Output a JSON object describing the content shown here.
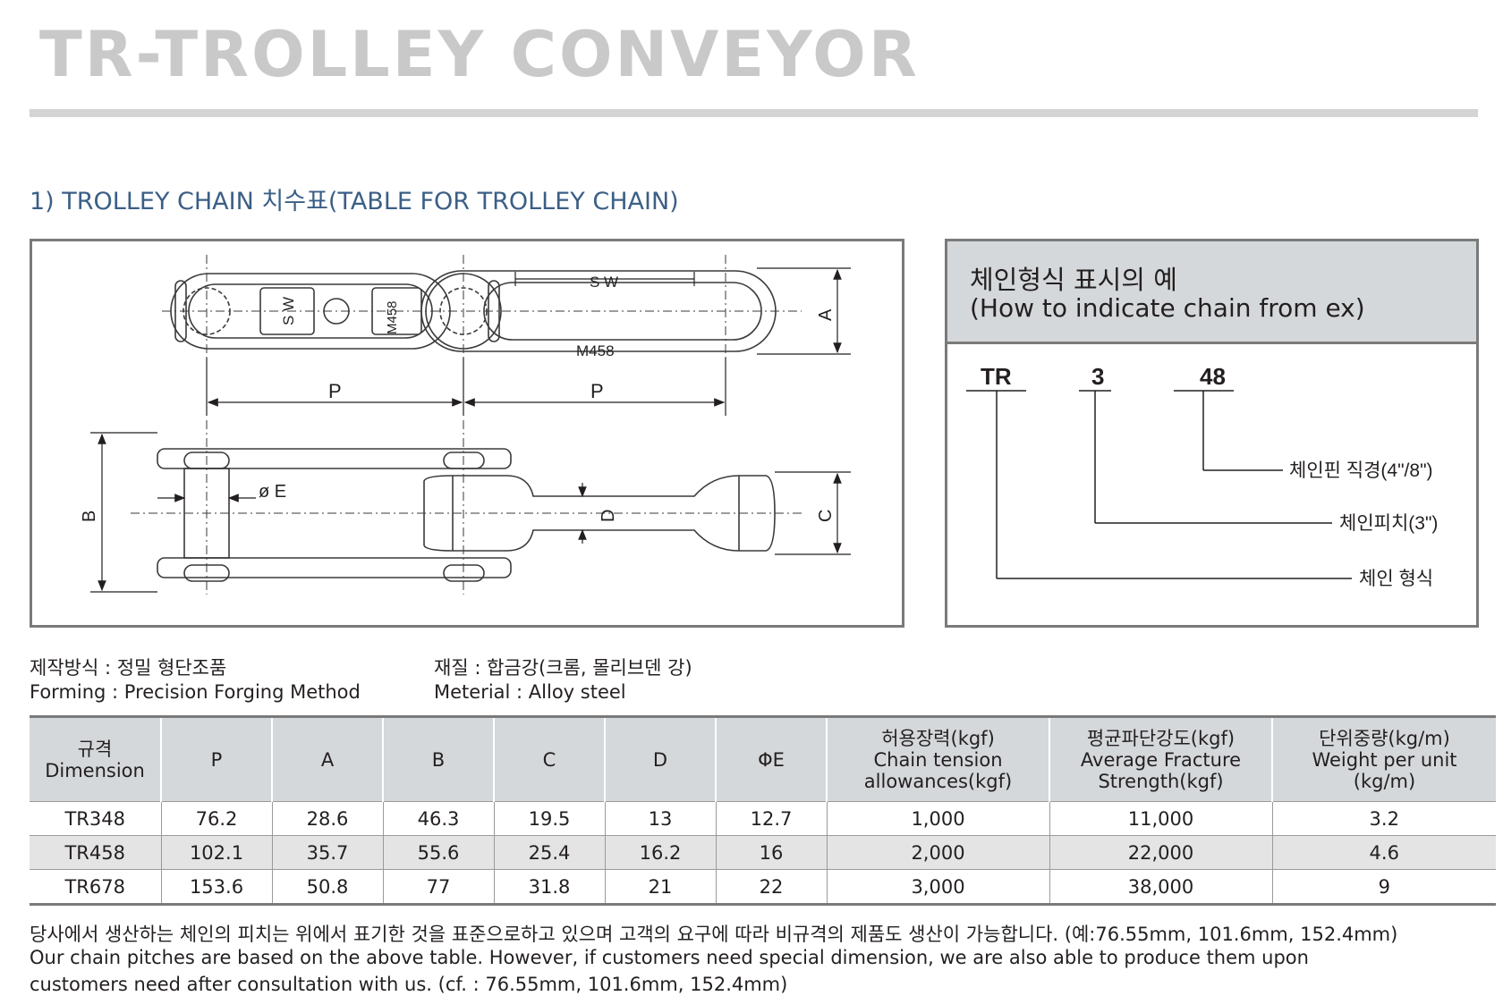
{
  "page_title": "TR-TROLLEY  CONVEYOR",
  "section_title": "1) TROLLEY CHAIN 치수표(TABLE FOR TROLLEY CHAIN)",
  "drawing": {
    "sw_top": "S W",
    "sw_left": "S W",
    "m458_left": "M458",
    "m458_bottom": "M458",
    "label_a": "A",
    "label_p1": "P",
    "label_p2": "P",
    "label_b": "B",
    "label_e": "ø E",
    "label_d": "D",
    "label_c": "C"
  },
  "example": {
    "title_ko": "체인형식 표시의 예",
    "title_en": "(How to indicate chain from ex)",
    "code_tr": "TR",
    "code_3": "3",
    "code_48": "48",
    "desc_pin": "체인핀 직경(4\"/8\")",
    "desc_pitch": "체인피치(3\")",
    "desc_type": "체인 형식"
  },
  "specs": {
    "forming_ko": "제작방식 : 정밀 형단조품",
    "forming_en": "Forming : Precision Forging Method",
    "material_ko": "재질 : 합금강(크롬, 몰리브덴 강)",
    "material_en": "Meterial : Alloy steel"
  },
  "table": {
    "headers": [
      {
        "l1": "규격",
        "l2": "Dimension",
        "l3": ""
      },
      {
        "l1": "P",
        "l2": "",
        "l3": ""
      },
      {
        "l1": "A",
        "l2": "",
        "l3": ""
      },
      {
        "l1": "B",
        "l2": "",
        "l3": ""
      },
      {
        "l1": "C",
        "l2": "",
        "l3": ""
      },
      {
        "l1": "D",
        "l2": "",
        "l3": ""
      },
      {
        "l1": "ΦE",
        "l2": "",
        "l3": ""
      },
      {
        "l1": "허용장력(kgf)",
        "l2": "Chain tension",
        "l3": "allowances(kgf)"
      },
      {
        "l1": "평균파단강도(kgf)",
        "l2": "Average Fracture",
        "l3": "Strength(kgf)"
      },
      {
        "l1": "단위중량(kg/m)",
        "l2": "Weight per unit",
        "l3": "(kg/m)"
      }
    ],
    "rows": [
      [
        "TR348",
        "76.2",
        "28.6",
        "46.3",
        "19.5",
        "13",
        "12.7",
        "1,000",
        "11,000",
        "3.2"
      ],
      [
        "TR458",
        "102.1",
        "35.7",
        "55.6",
        "25.4",
        "16.2",
        "16",
        "2,000",
        "22,000",
        "4.6"
      ],
      [
        "TR678",
        "153.6",
        "50.8",
        "77",
        "31.8",
        "21",
        "22",
        "3,000",
        "38,000",
        "9"
      ]
    ]
  },
  "notes": {
    "line1": "당사에서 생산하는 체인의 피치는 위에서 표기한 것을 표준으로하고 있으며 고객의 요구에 따라 비규격의 제품도 생산이 가능합니다. (예:76.55mm, 101.6mm, 152.4mm)",
    "line2": "Our chain pitches are based on the above table. However, if customers need special dimension, we are also able to produce them upon",
    "line3": "customers need after consultation with us. (cf. : 76.55mm, 101.6mm, 152.4mm)"
  }
}
